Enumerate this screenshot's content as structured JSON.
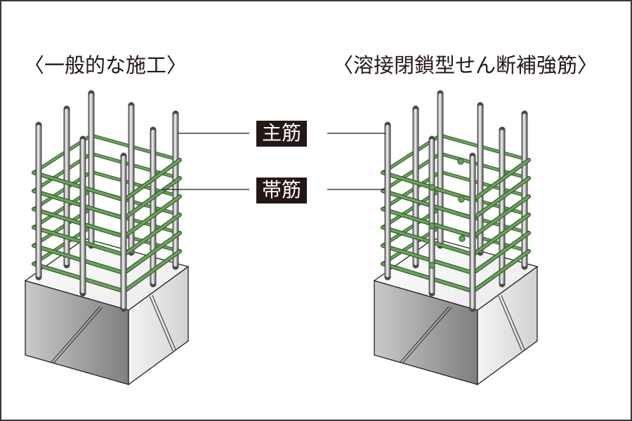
{
  "titles": {
    "left": "〈一般的な施工〉",
    "right": "〈溶接閉鎖型せん断補強筋〉"
  },
  "labels": {
    "main_rebar": "主筋",
    "hoop_rebar": "帯筋"
  },
  "colors": {
    "hoop_green": "#6aa35a",
    "hoop_outline": "#2f5a2a",
    "rebar_gray": "#b8b8b8",
    "label_bg": "#231815",
    "weld_green": "#5fa552"
  },
  "columns": [
    {
      "id": "left",
      "type": "conventional",
      "weld_points": false
    },
    {
      "id": "right",
      "type": "welded-closed-shear-reinforcement",
      "weld_points": true
    }
  ]
}
